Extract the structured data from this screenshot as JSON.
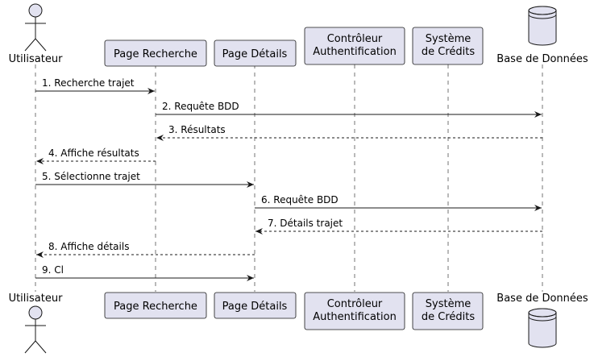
{
  "diagram": {
    "participants": [
      {
        "id": "p-utilisateur",
        "kind": "actor",
        "lines": [
          "Utilisateur"
        ]
      },
      {
        "id": "p-recherche",
        "kind": "box",
        "lines": [
          "Page Recherche"
        ]
      },
      {
        "id": "p-details",
        "kind": "box",
        "lines": [
          "Page Détails"
        ]
      },
      {
        "id": "p-auth",
        "kind": "box",
        "lines": [
          "Contrôleur",
          "Authentification"
        ]
      },
      {
        "id": "p-credits",
        "kind": "box",
        "lines": [
          "Système",
          "de Crédits"
        ]
      },
      {
        "id": "p-bdd",
        "kind": "database",
        "lines": [
          "Base de Données"
        ]
      }
    ],
    "messages": [
      {
        "from": "p-utilisateur",
        "to": "p-recherche",
        "label": "1. Recherche trajet",
        "style": "solid"
      },
      {
        "from": "p-recherche",
        "to": "p-bdd",
        "label": "2. Requête BDD",
        "style": "solid"
      },
      {
        "from": "p-bdd",
        "to": "p-recherche",
        "label": "3. Résultats",
        "style": "dashed"
      },
      {
        "from": "p-recherche",
        "to": "p-utilisateur",
        "label": "4. Affiche résultats",
        "style": "dashed"
      },
      {
        "from": "p-utilisateur",
        "to": "p-details",
        "label": "5. Sélectionne trajet",
        "style": "solid"
      },
      {
        "from": "p-details",
        "to": "p-bdd",
        "label": "6. Requête BDD",
        "style": "solid"
      },
      {
        "from": "p-bdd",
        "to": "p-details",
        "label": "7. Détails trajet",
        "style": "dashed"
      },
      {
        "from": "p-details",
        "to": "p-utilisateur",
        "label": "8. Affiche détails",
        "style": "dashed"
      },
      {
        "from": "p-utilisateur",
        "to": "p-details",
        "label": "9. Cl",
        "style": "solid"
      }
    ]
  },
  "colors": {
    "participant_fill": "#E2E2F0",
    "stroke": "#181818",
    "background": "#FFFFFF"
  }
}
